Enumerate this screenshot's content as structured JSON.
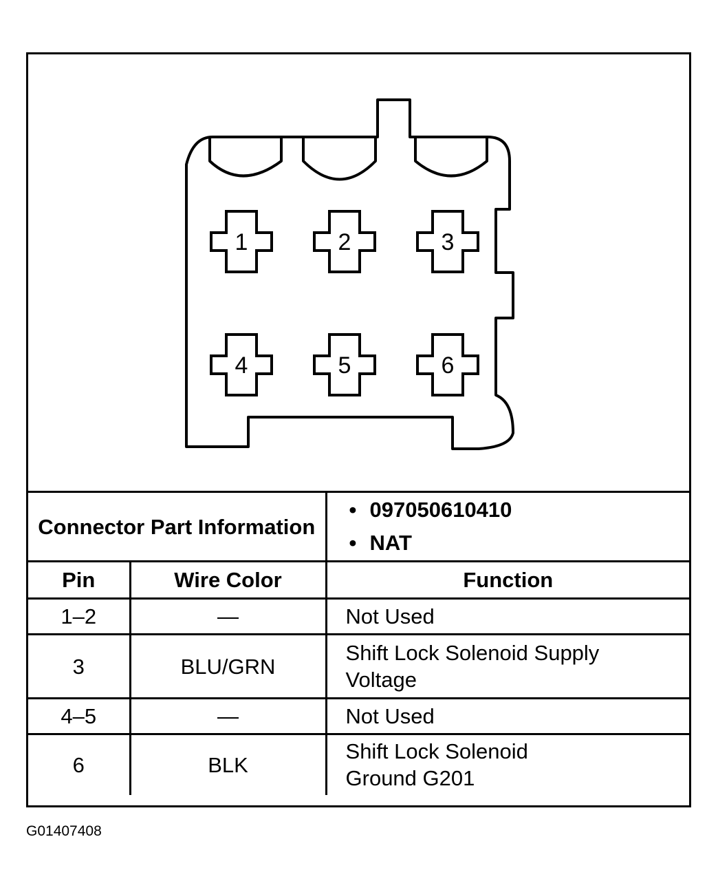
{
  "connector": {
    "pins": [
      {
        "number": "1"
      },
      {
        "number": "2"
      },
      {
        "number": "3"
      },
      {
        "number": "4"
      },
      {
        "number": "5"
      },
      {
        "number": "6"
      }
    ]
  },
  "part_info": {
    "label": "Connector Part Information",
    "values": [
      "097050610410",
      "NAT"
    ]
  },
  "table": {
    "headers": {
      "pin": "Pin",
      "wire_color": "Wire Color",
      "function": "Function"
    },
    "rows": [
      {
        "pin": "1–2",
        "wire_color": "—",
        "function": "Not Used"
      },
      {
        "pin": "3",
        "wire_color": "BLU/GRN",
        "function": "Shift Lock Solenoid Supply Voltage"
      },
      {
        "pin": "4–5",
        "wire_color": "—",
        "function": "Not Used"
      },
      {
        "pin": "6",
        "wire_color": "BLK",
        "function": "Shift Lock Solenoid Ground G201"
      }
    ]
  },
  "figure_id": "G01407408"
}
